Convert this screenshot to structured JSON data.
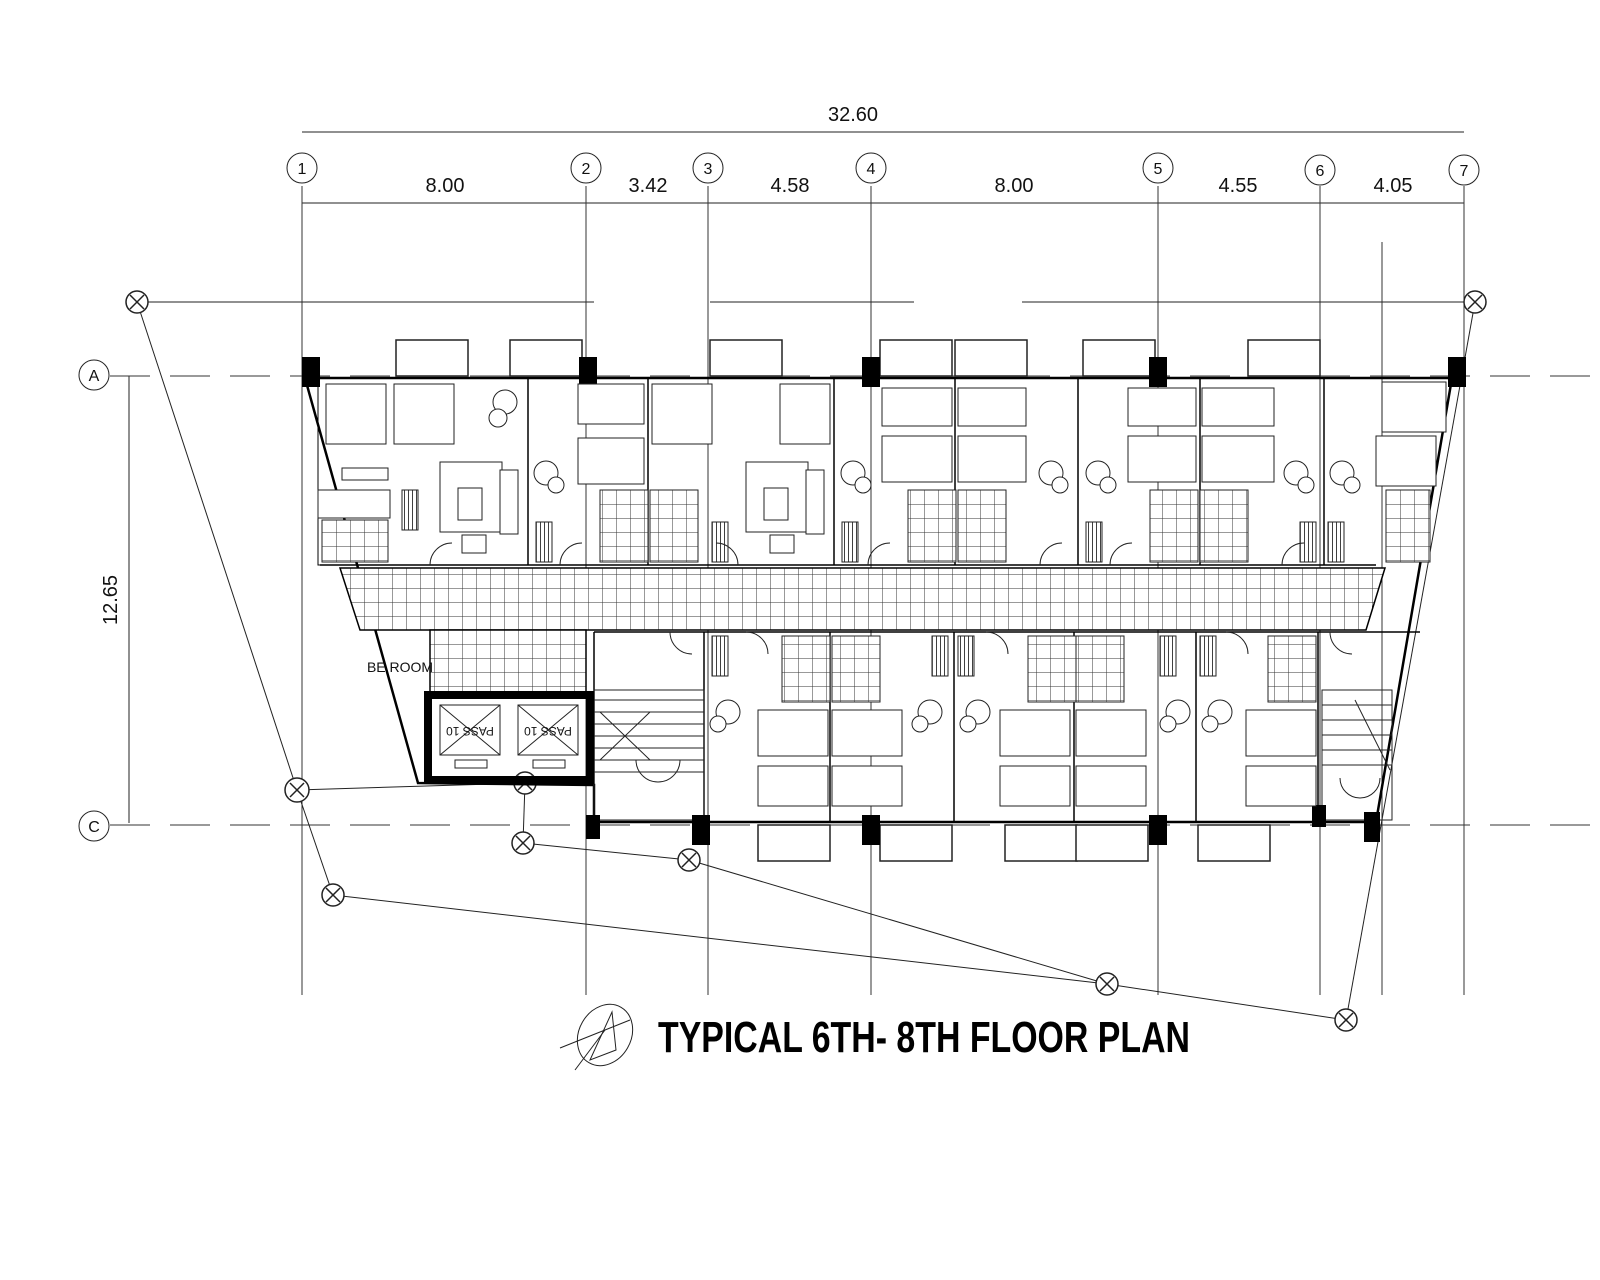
{
  "drawing": {
    "title": "TYPICAL 6TH- 8TH FLOOR PLAN",
    "overall_width": "32.60",
    "overall_depth": "12.65",
    "bay_dimensions": [
      "8.00",
      "3.42",
      "4.58",
      "8.00",
      "4.55",
      "4.05"
    ],
    "column_grid": [
      "1",
      "2",
      "3",
      "4",
      "5",
      "6",
      "7"
    ],
    "row_grid": [
      "A",
      "C"
    ],
    "room_label": "BE ROOM",
    "lift_label": "PASS 10"
  }
}
